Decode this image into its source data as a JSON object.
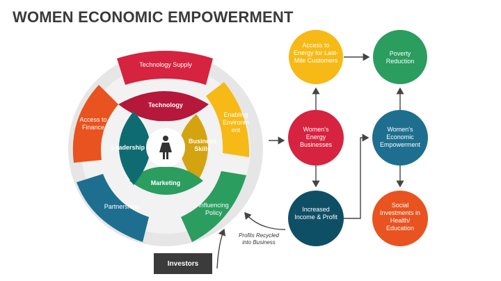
{
  "title": "WOMEN ECONOMIC EMPOWERMENT",
  "outer_segments": {
    "technology_supply": "Technology Supply",
    "enabling_environment": "Enabling Environm ent",
    "influencing_policy": "Influencing Policy",
    "partnerships": "Partnerships",
    "access_to_finance": "Access to Finance"
  },
  "inner_segments": {
    "technology": "Technology",
    "business_skills": "Business Skills",
    "marketing": "Marketing",
    "leadership": "Leadership"
  },
  "center_icon": "woman-icon",
  "nodes": {
    "access_to_energy": "Access to Energy for Last-Mile Customers",
    "poverty_reduction": "Poverty Reduction",
    "womens_energy_businesses": "Women's Energy Businesses",
    "womens_economic_empowerment": "Women's Economic Empowerment",
    "increased_income_profit": "Increased Income & Profit",
    "social_investments": "Social Investments in Health/ Education"
  },
  "profits_note": "Profits Recycled into Business",
  "investors_label": "Investors",
  "colors": {
    "red": "#d6233f",
    "orange": "#e8531f",
    "yellow": "#f6b915",
    "teal": "#0f6b72",
    "green": "#2a9d5f",
    "blue": "#1e6f8f",
    "crimson": "#b5183a",
    "gold": "#d4a310",
    "ring_bg": "#e6e6e6"
  }
}
